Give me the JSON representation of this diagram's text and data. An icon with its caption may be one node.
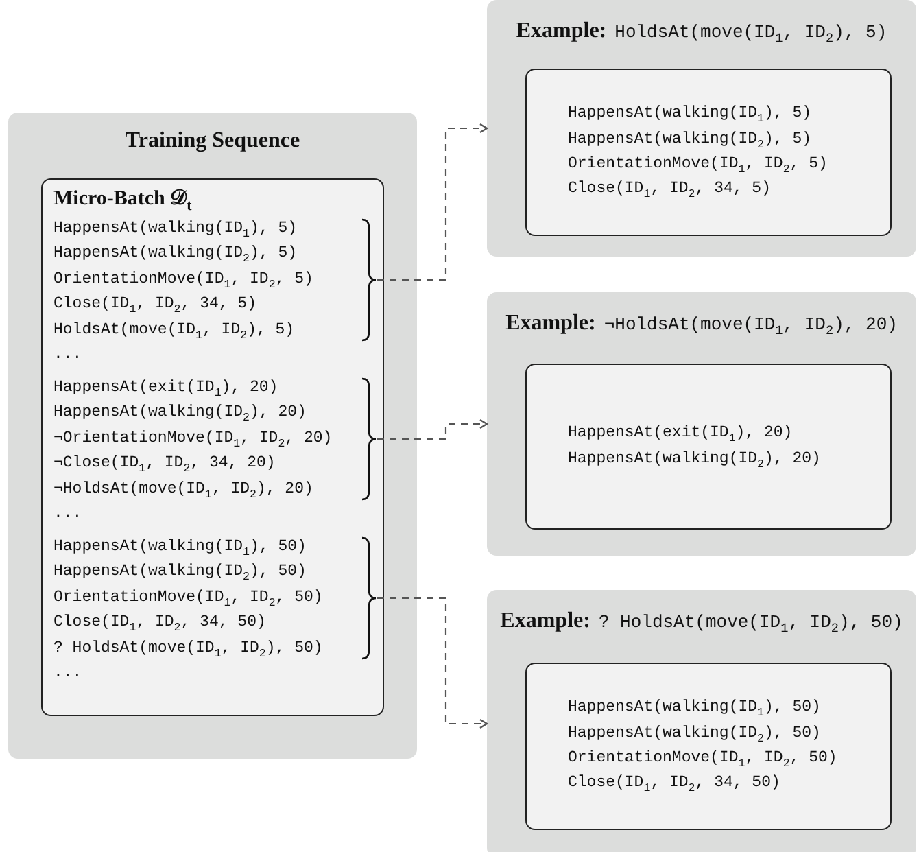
{
  "diagram": {
    "nodes": [
      {
        "text": [
          "Training Sequence"
        ]
      },
      {
        "text": [
          "Micro-Batch 𝒟$_{t}$"
        ],
        "in": 0
      },
      {
        "text": [
          "HappensAt(walking(ID$_{1}$), 5)",
          "HappensAt(walking(ID$_{2}$), 5)",
          "OrientationMove(ID$_{1}$, ID$_{2}$, 5)",
          "Close(ID$_{1}$, ID$_{2}$, 34, 5)",
          "HoldsAt(move(ID$_{1}$, ID$_{2}$), 5)"
        ],
        "in": 1
      },
      {
        "text": [
          "HappensAt(exit(ID$_{1}$), 20)",
          "HappensAt(walking(ID$_{2}$), 20)",
          "¬OrientationMove(ID$_{1}$, ID$_{2}$, 20)",
          "¬Close(ID$_{1}$, ID$_{2}$, 34, 20)",
          "¬HoldsAt(move(ID$_{1}$, ID$_{2}$), 20)"
        ],
        "in": 1
      },
      {
        "text": [
          "HappensAt(walking(ID$_{1}$), 50)",
          "HappensAt(walking(ID$_{2}$), 50)",
          "OrientationMove(ID$_{1}$, ID$_{2}$, 50)",
          "Close(ID$_{1}$, ID$_{2}$, 34, 50)",
          "? HoldsAt(move(ID$_{1}$, ID$_{2}$), 50)"
        ],
        "in": 1
      },
      {
        "text": [
          "Example:",
          "HoldsAt(move(ID$_{1}$, ID$_{2}$), 5)"
        ]
      },
      {
        "text": [
          "HappensAt(walking(ID$_{1}$), 5)",
          "HappensAt(walking(ID$_{2}$), 5)",
          "OrientationMove(ID$_{1}$, ID$_{2}$, 5)",
          "Close(ID$_{1}$, ID$_{2}$, 34, 5)"
        ],
        "in": 5
      },
      {
        "text": [
          "Example:",
          "¬HoldsAt(move(ID$_{1}$, ID$_{2}$), 20)"
        ]
      },
      {
        "text": [
          "HappensAt(exit(ID$_{1}$), 20)",
          "HappensAt(walking(ID$_{2}$), 20)"
        ],
        "in": 7
      },
      {
        "text": [
          "Example:",
          "? HoldsAt(move(ID$_{1}$, ID$_{2}$), 50)"
        ]
      },
      {
        "text": [
          "HappensAt(walking(ID$_{1}$), 50)",
          "HappensAt(walking(ID$_{2}$), 50)",
          "OrientationMove(ID$_{1}$, ID$_{2}$, 50)",
          "Close(ID$_{1}$, ID$_{2}$, 34, 50)"
        ],
        "in": 9
      }
    ],
    "edges": [
      {
        "from": 2,
        "to": 5,
        "arrow": "to",
        "style": "dashed"
      },
      {
        "from": 3,
        "to": 7,
        "arrow": "to",
        "style": "dashed"
      },
      {
        "from": 4,
        "to": 9,
        "arrow": "to",
        "style": "dashed"
      }
    ],
    "labels": [
      "...",
      "...",
      "..."
    ]
  }
}
